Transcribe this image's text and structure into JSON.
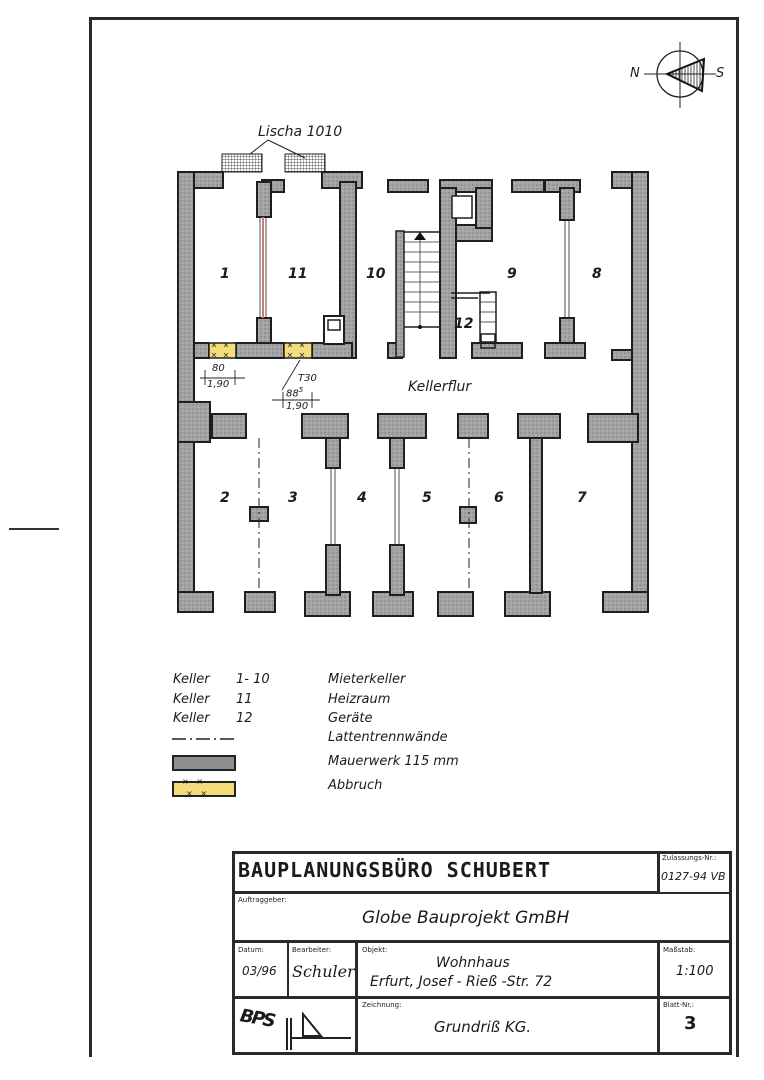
{
  "compass": {
    "north": "N",
    "south": "S"
  },
  "plan": {
    "annotation_top": "Lischa 1010",
    "corridor": "Kellerflur",
    "rooms": [
      {
        "id": "1",
        "label": "1"
      },
      {
        "id": "11",
        "label": "11"
      },
      {
        "id": "10",
        "label": "10"
      },
      {
        "id": "9",
        "label": "9"
      },
      {
        "id": "8",
        "label": "8"
      },
      {
        "id": "12",
        "label": "12"
      },
      {
        "id": "2",
        "label": "2"
      },
      {
        "id": "3",
        "label": "3"
      },
      {
        "id": "4",
        "label": "4"
      },
      {
        "id": "5",
        "label": "5"
      },
      {
        "id": "6",
        "label": "6"
      },
      {
        "id": "7",
        "label": "7"
      }
    ],
    "dimensions": {
      "opening1_width": "80",
      "opening1_height": "1,90",
      "door_rating": "T30",
      "opening2_width": "88",
      "opening2_width_sup": "5",
      "opening2_height": "1,90"
    }
  },
  "legend": {
    "rows": [
      {
        "key": "Keller",
        "range": "1- 10",
        "desc": "Mieterkeller"
      },
      {
        "key": "Keller",
        "range": "11",
        "desc": "Heizraum"
      },
      {
        "key": "Keller",
        "range": "12",
        "desc": "Geräte"
      }
    ],
    "symbols": [
      {
        "symbol": "dash-dot-line",
        "desc": "Lattentrennwände"
      },
      {
        "symbol": "masonry-bar",
        "desc": "Mauerwerk  115 mm"
      },
      {
        "symbol": "demolition-bar",
        "desc": "Abbruch"
      }
    ]
  },
  "title_block": {
    "firm": "BAUPLANUNGSBÜRO SCHUBERT",
    "approval_label": "Zulassungs-Nr.:",
    "approval_no": "0127-94 VB",
    "client_label": "Auftraggeber:",
    "client": "Globe Bauprojekt GmBH",
    "date_label": "Datum:",
    "date": "03/96",
    "editor_label": "Bearbeiter:",
    "editor_signature": "Schuler",
    "object_label": "Objekt:",
    "object_line1": "Wohnhaus",
    "object_line2": "Erfurt, Josef - Rieß -Str. 72",
    "scale_label": "Maßstab:",
    "scale": "1:100",
    "logo": "BPS",
    "drawing_label": "Zeichnung:",
    "drawing": "Grundriß KG.",
    "sheet_label": "Blatt-Nr.:",
    "sheet": "3"
  },
  "colors": {
    "wall_fill": "#9a9a9a",
    "wall_line": "#1e1e1e",
    "demolition": "#f3dd7a",
    "partition_red": "#c97b7b"
  }
}
